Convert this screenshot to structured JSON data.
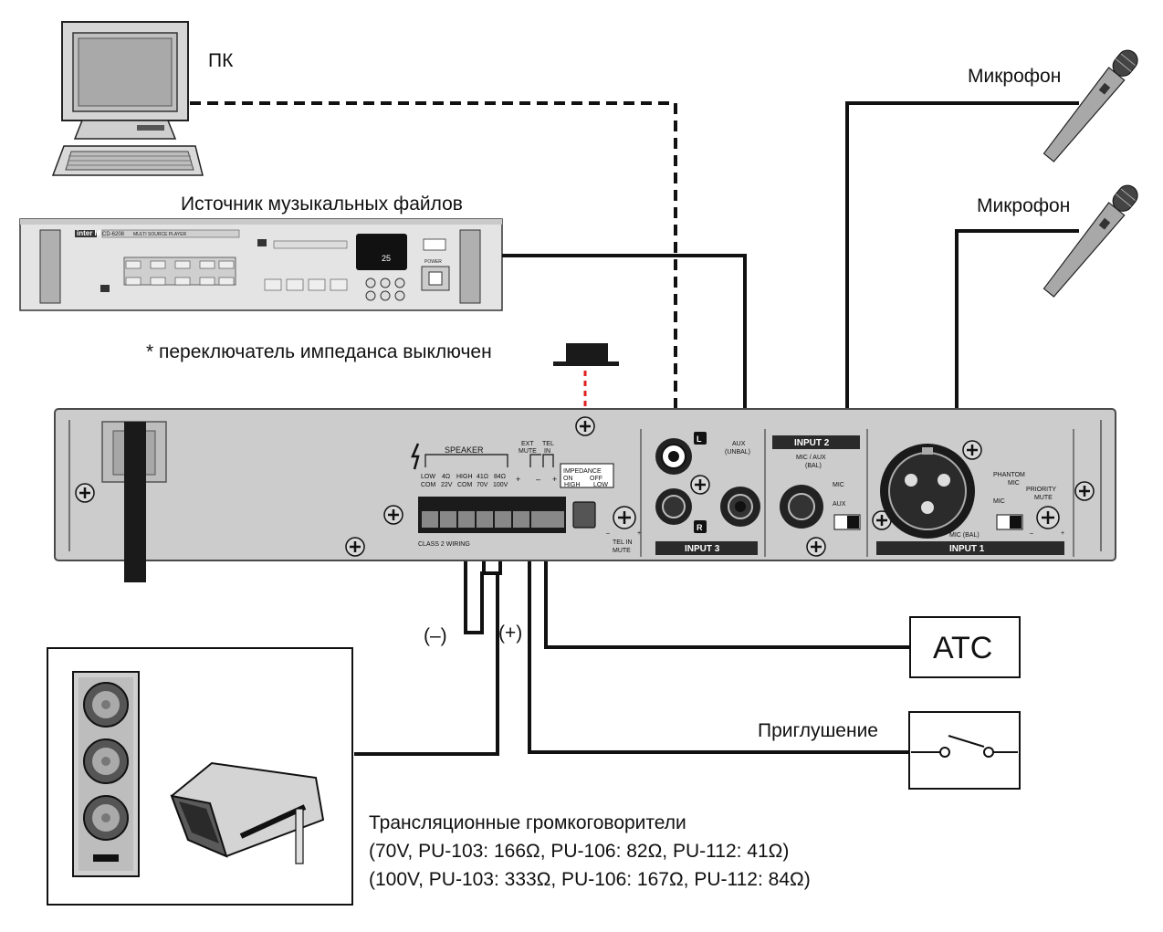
{
  "labels": {
    "pc": "ПК",
    "music_source": "Источник музыкальных файлов",
    "impedance_note": "* переключатель импеданса выключен",
    "mic_top": "Микрофон",
    "mic_bottom": "Микрофон",
    "atc": "АТС",
    "mute": "Приглушение",
    "minus": "(–)",
    "plus": "(+)",
    "speakers_title": "Трансляционные громкоговорители",
    "speakers_70v": "(70V, PU-103: 166Ω, PU-106: 82Ω, PU-112: 41Ω)",
    "speakers_100v": "(100V, PU-103: 333Ω, PU-106: 167Ω, PU-112: 84Ω)"
  },
  "player": {
    "brand": "inter M",
    "model": "CD-6208",
    "model_desc": "MULTI SOURCE PLAYER",
    "display_time": "25",
    "power": "POWER"
  },
  "panel": {
    "speaker": "SPEAKER",
    "speaker_cols": [
      [
        "LOW",
        "COM"
      ],
      [
        "4Ω",
        "22V"
      ],
      [
        "HIGH",
        "COM"
      ],
      [
        "41Ω",
        "70V"
      ],
      [
        "84Ω",
        "100V"
      ]
    ],
    "ext_mute": [
      "EXT",
      "MUTE"
    ],
    "tel_in": [
      "TEL",
      "IN"
    ],
    "signs": [
      "+",
      "–",
      "+"
    ],
    "impedance": "IMPEDANCE",
    "imp_on": "ON",
    "imp_off": "OFF",
    "imp_high": "HIGH",
    "imp_low": "LOW",
    "class2": "CLASS 2 WIRING",
    "tel_in_mute": [
      "TEL IN",
      "MUTE"
    ],
    "jack_l": "L",
    "jack_r": "R",
    "aux_unbal": [
      "AUX",
      "(UNBAL)"
    ],
    "input3": "INPUT 3",
    "input2": "INPUT 2",
    "mic_aux_bal": [
      "MIC / AUX",
      "(BAL)"
    ],
    "mic": "MIC",
    "aux": "AUX",
    "input1": "INPUT 1",
    "mic_bal": "MIC (BAL)",
    "phantom": [
      "PHANTOM",
      "MIC"
    ],
    "priority": [
      "PRIORITY",
      "MUTE"
    ],
    "minus_sign": "–",
    "plus_sign": "+"
  },
  "colors": {
    "panel": "#cccccc",
    "panel_edge": "#4a4a4a",
    "wire": "#111111",
    "impedance_dot": "#e02020",
    "label_bar": "#2a2a2a"
  }
}
